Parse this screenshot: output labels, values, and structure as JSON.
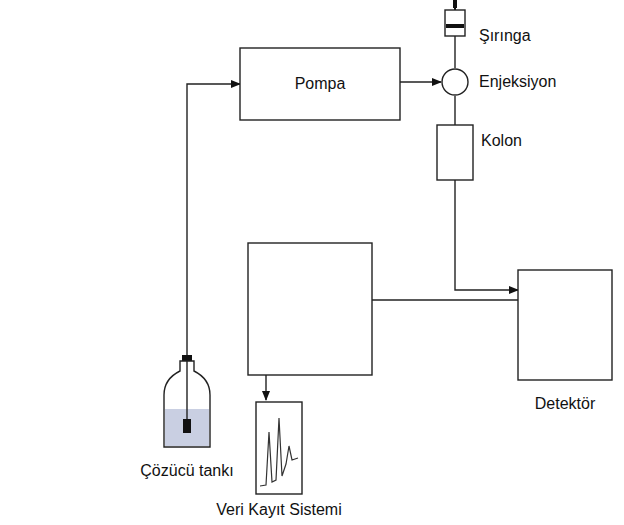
{
  "diagram": {
    "nodes": [
      {
        "text": [
          "Şırınga"
        ]
      },
      {
        "text": [
          "Pompa"
        ]
      },
      {
        "text": [
          "Enjeksiyon"
        ]
      },
      {
        "text": [
          "Kolon"
        ]
      },
      {
        "text": [
          "Çözücü tankı"
        ]
      },
      {
        "text": [
          "Detektör"
        ]
      },
      {
        "text": [
          "Veri Kayıt Sistemi"
        ]
      }
    ],
    "edges": [
      {
        "from": 4,
        "to": 1,
        "arrow": "to"
      },
      {
        "from": 1,
        "to": 2,
        "arrow": "to"
      },
      {
        "from": 0,
        "to": 2,
        "arrow": "none"
      },
      {
        "from": 2,
        "to": 3,
        "arrow": "none"
      },
      {
        "from": 3,
        "to": 5,
        "arrow": "to"
      }
    ]
  }
}
